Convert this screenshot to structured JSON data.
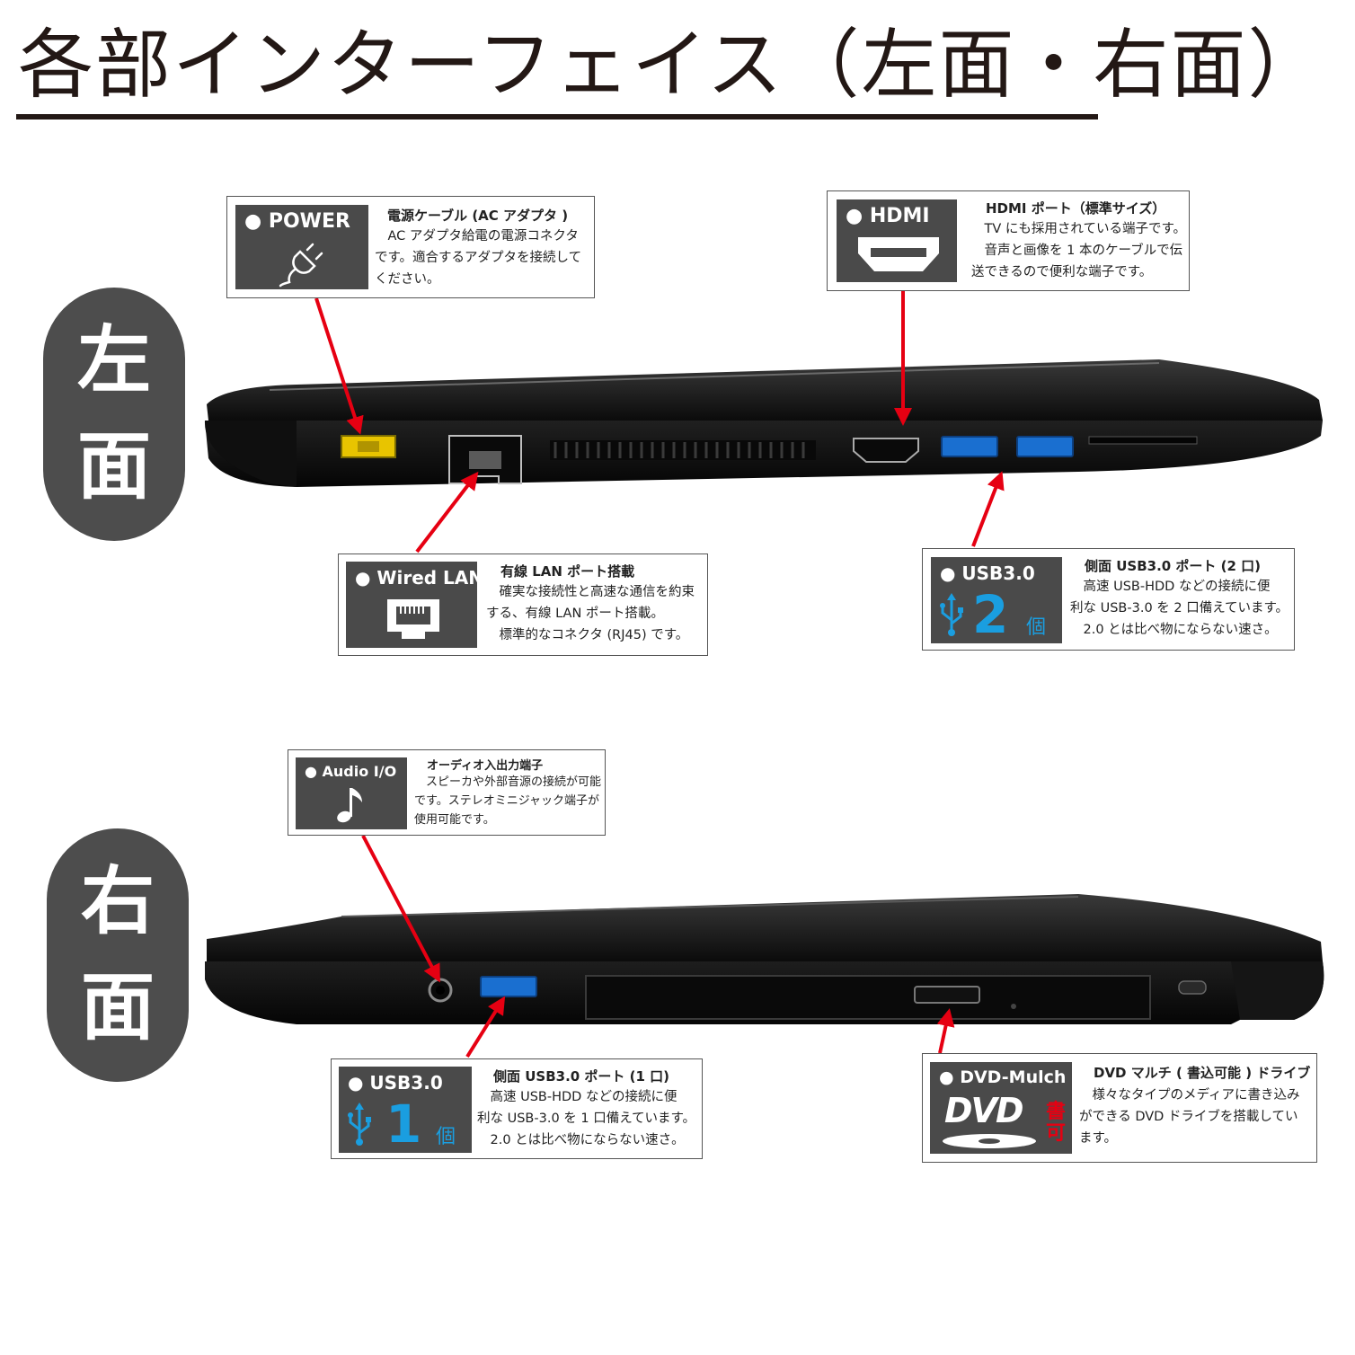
{
  "page": {
    "title": "各部インターフェイス（左面・右面）"
  },
  "sides": {
    "left": {
      "char1": "左",
      "char2": "面"
    },
    "right": {
      "char1": "右",
      "char2": "面"
    }
  },
  "callouts": {
    "power": {
      "badge": "● POWER",
      "icon": "plug-icon",
      "heading": "電源ケーブル (AC アダプタ )",
      "body": "　AC アダプタ給電の電源コネクタ\nです。適合するアダプタを接続して\nください。"
    },
    "hdmi": {
      "badge": "● HDMI",
      "icon": "hdmi-port-icon",
      "heading": "HDMI ポート（標準サイズ）",
      "body": "　TV にも採用されている端子です。\n　音声と画像を 1 本のケーブルで伝\n送できるので便利な端子です。"
    },
    "lan": {
      "badge": "● Wired LAN",
      "icon": "ethernet-port-icon",
      "heading": "有線 LAN ポート搭載",
      "body": "　確実な接続性と高速な通信を約束\nする、有線 LAN ポート搭載。\n　標準的なコネクタ (RJ45) です。"
    },
    "usb_left": {
      "badge": "● USB3.0",
      "icon": "usb-icon",
      "count": "2",
      "unit": "個",
      "heading": "側面 USB3.0 ポート (2 口)",
      "body": "　高速 USB-HDD などの接続に便\n利な USB-3.0 を 2 口備えています。\n　2.0 とは比べ物にならない速さ。"
    },
    "audio": {
      "badge": "● Audio I/O",
      "icon": "music-note-icon",
      "heading": "オーディオ入出力端子",
      "body": "　スピーカや外部音源の接続が可能\nです。ステレオミニジャック端子が\n使用可能です。"
    },
    "usb_right": {
      "badge": "● USB3.0",
      "icon": "usb-icon",
      "count": "1",
      "unit": "個",
      "heading": "側面 USB3.0 ポート (1 口)",
      "body": "　高速 USB-HDD などの接続に便\n利な USB-3.0 を 1 口備えています。\n　2.0 とは比べ物にならない速さ。"
    },
    "dvd": {
      "badge": "● DVD-Mulch",
      "icon": "dvd-logo-icon",
      "logo_text": "DVD",
      "writable_1": "書",
      "writable_2": "可",
      "heading": "DVD マルチ ( 書込可能 ) ドライブ",
      "body": "　様々なタイプのメディアに書き込み\nができる DVD ドライブを搭載してい\nます。"
    }
  },
  "colors": {
    "arrow": "#e60012",
    "badge_bg": "#4a4a4a",
    "usb_blue": "#1a9ee0",
    "laptop_body": "#141414",
    "power_port": "#e8c400"
  }
}
